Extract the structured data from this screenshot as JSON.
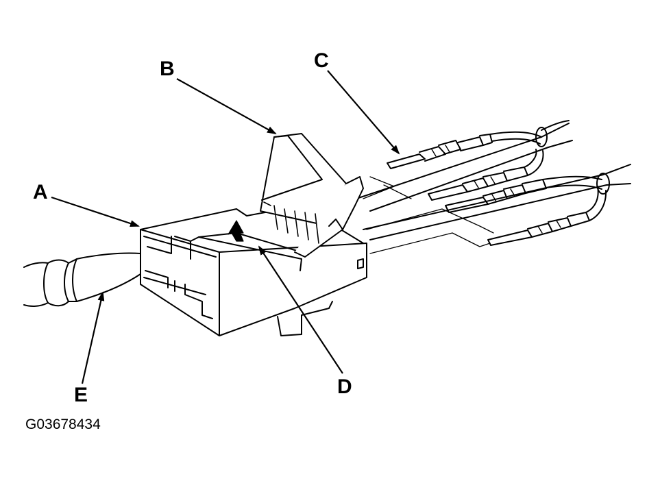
{
  "callouts": {
    "a": "A",
    "b": "B",
    "c": "C",
    "d": "D",
    "e": "E"
  },
  "figure_id": "G03678434",
  "colors": {
    "line": "#000000",
    "background": "#ffffff"
  }
}
